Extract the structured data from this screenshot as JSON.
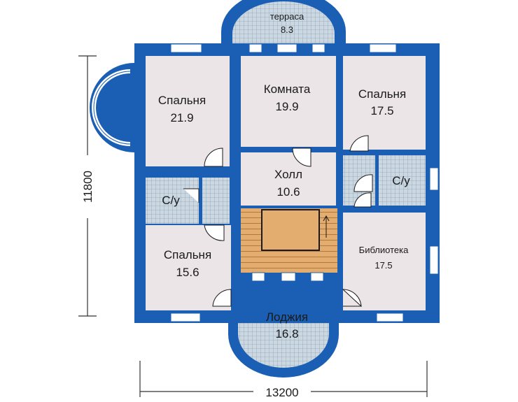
{
  "colors": {
    "wall": "#1a5fb4",
    "room": "#ebe5e7",
    "tile": "#b7c8d6",
    "stair": "#e2ad6e",
    "window": "#ffffff",
    "dimension": "#333333"
  },
  "rooms": {
    "bedroom_1": {
      "name": "Спальня",
      "area": "21.9"
    },
    "room": {
      "name": "Комната",
      "area": "19.9"
    },
    "bedroom_2": {
      "name": "Спальня",
      "area": "17.5"
    },
    "hall": {
      "name": "Холл",
      "area": "10.6"
    },
    "bath_left": {
      "name": "С/у"
    },
    "bath_right": {
      "name": "С/у"
    },
    "bedroom_3": {
      "name": "Спальня",
      "area": "15.6"
    },
    "library": {
      "name": "Библиотека",
      "area": "17.5"
    },
    "terrace": {
      "name": "терраса",
      "area": "8.3"
    },
    "loggia": {
      "name": "Лоджия",
      "area": "16.8"
    }
  },
  "dimensions": {
    "height": "11800",
    "width": "13200"
  }
}
